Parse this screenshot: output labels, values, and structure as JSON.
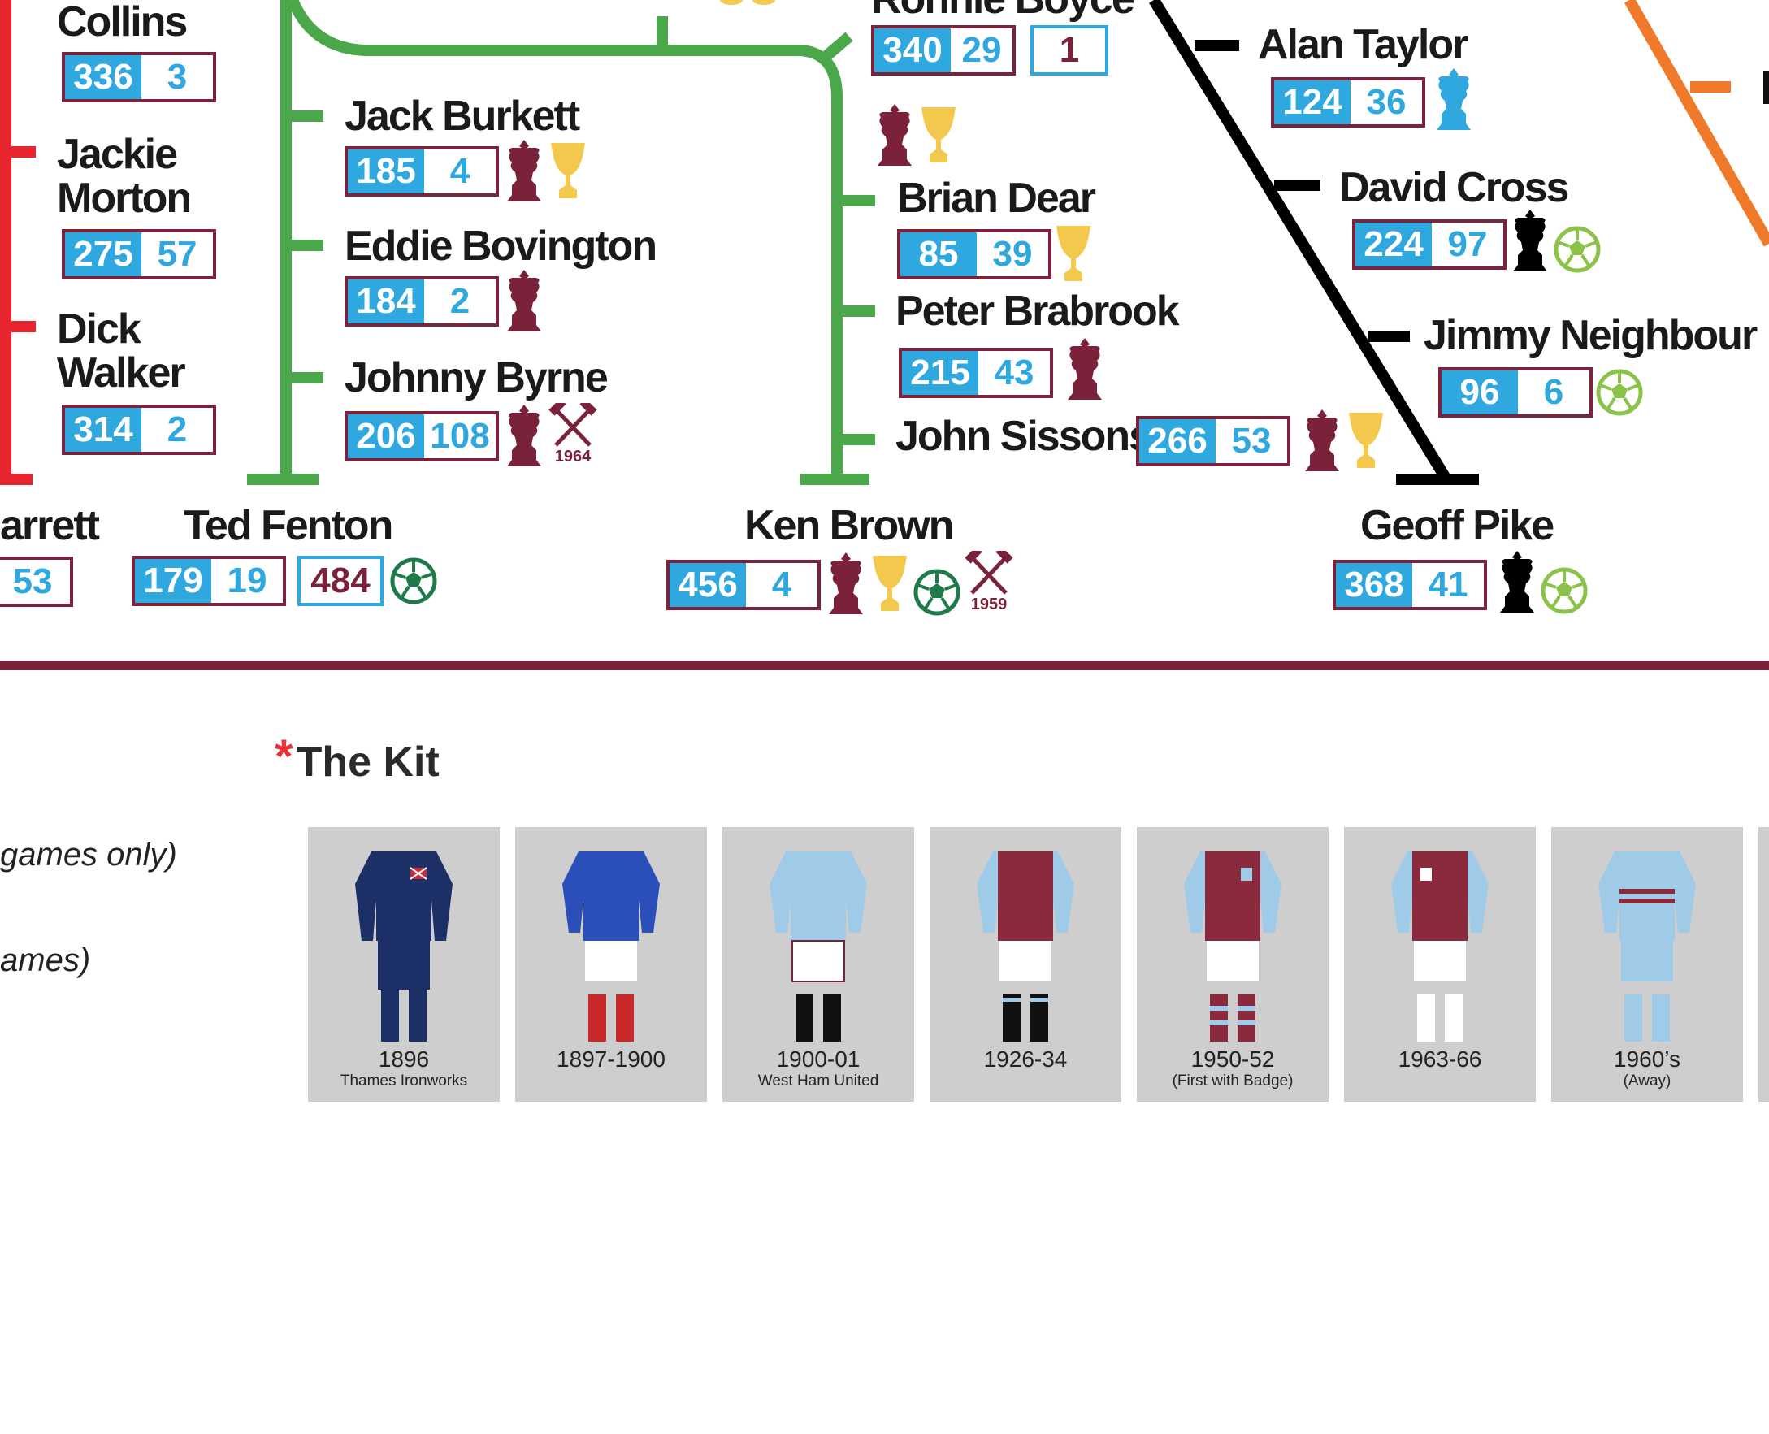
{
  "players": {
    "collins": {
      "name": "Collins",
      "apps": "336",
      "goals": "3"
    },
    "morton": {
      "name1": "Jackie",
      "name2": "Morton",
      "apps": "275",
      "goals": "57"
    },
    "walker": {
      "name1": "Dick",
      "name2": "Walker",
      "apps": "314",
      "goals": "2"
    },
    "barrett": {
      "name": "arrett",
      "goals": "53"
    },
    "burkett": {
      "name": "Jack Burkett",
      "apps": "185",
      "goals": "4"
    },
    "bovington": {
      "name": "Eddie Bovington",
      "apps": "184",
      "goals": "2"
    },
    "byrne": {
      "name": "Johnny Byrne",
      "apps": "206",
      "goals": "108",
      "cap_year": "1964"
    },
    "fenton": {
      "name": "Ted Fenton",
      "apps": "179",
      "goals": "19",
      "extra": "484"
    },
    "boyce": {
      "name": "Ronnie Boyce",
      "apps": "340",
      "goals": "29",
      "extra": "1"
    },
    "dear": {
      "name": "Brian Dear",
      "apps": "85",
      "goals": "39"
    },
    "brabrook": {
      "name": "Peter Brabrook",
      "apps": "215",
      "goals": "43"
    },
    "sissons": {
      "name": "John Sissons",
      "apps": "266",
      "goals": "53"
    },
    "brown": {
      "name": "Ken Brown",
      "apps": "456",
      "goals": "4",
      "cap_year": "1959"
    },
    "taylor": {
      "name": "Alan Taylor",
      "apps": "124",
      "goals": "36"
    },
    "cross": {
      "name": "David Cross",
      "apps": "224",
      "goals": "97"
    },
    "neighbour": {
      "name": "Jimmy Neighbour",
      "apps": "96",
      "goals": "6"
    },
    "pike": {
      "name": "Geoff Pike",
      "apps": "368",
      "goals": "41"
    }
  },
  "legend": {
    "line1": "games only)",
    "line2": "ames)"
  },
  "kit": {
    "title": "The Kit",
    "items": [
      {
        "year": "1896",
        "sub": "Thames Ironworks"
      },
      {
        "year": "1897-1900",
        "sub": ""
      },
      {
        "year": "1900-01",
        "sub": "West Ham United"
      },
      {
        "year": "1926-34",
        "sub": ""
      },
      {
        "year": "1950-52",
        "sub": "(First with Badge)"
      },
      {
        "year": "1963-66",
        "sub": ""
      },
      {
        "year": "1960’s",
        "sub": "(Away)"
      }
    ]
  },
  "colors": {
    "claret": "#7a2239",
    "sky_blue": "#2fa8df",
    "red_line": "#e8262f",
    "green_line": "#4aa84a",
    "black_line": "#000000",
    "orange_line": "#ef7a2a",
    "gold": "#f2c94c",
    "ball_green": "#8bc34a",
    "ball_dark": "#1f7a4a"
  }
}
